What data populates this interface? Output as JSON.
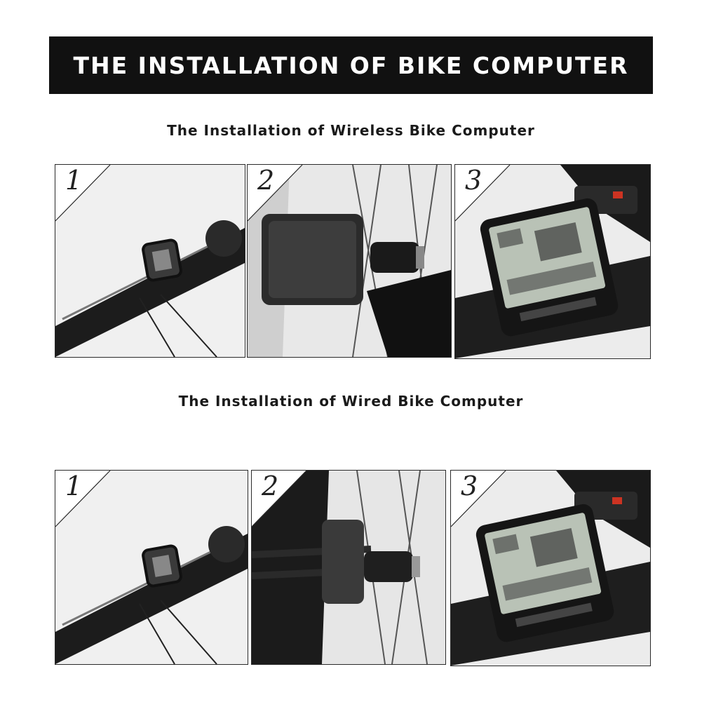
{
  "banner": {
    "title": "THE INSTALLATION OF BIKE COMPUTER"
  },
  "sections": [
    {
      "title": "The Installation of Wireless Bike Computer",
      "steps": [
        {
          "number": "1",
          "image": "handlebar-mount-photo"
        },
        {
          "number": "2",
          "image": "wireless-sensor-magnet-photo"
        },
        {
          "number": "3",
          "image": "computer-on-handlebar-photo"
        }
      ]
    },
    {
      "title": "The Installation of Wired Bike Computer",
      "steps": [
        {
          "number": "1",
          "image": "handlebar-mount-photo"
        },
        {
          "number": "2",
          "image": "wired-sensor-fork-photo"
        },
        {
          "number": "3",
          "image": "computer-on-handlebar-photo"
        }
      ]
    }
  ],
  "colors": {
    "banner_bg": "#111111",
    "banner_text": "#ffffff",
    "lcd": "#b9c2b6"
  }
}
